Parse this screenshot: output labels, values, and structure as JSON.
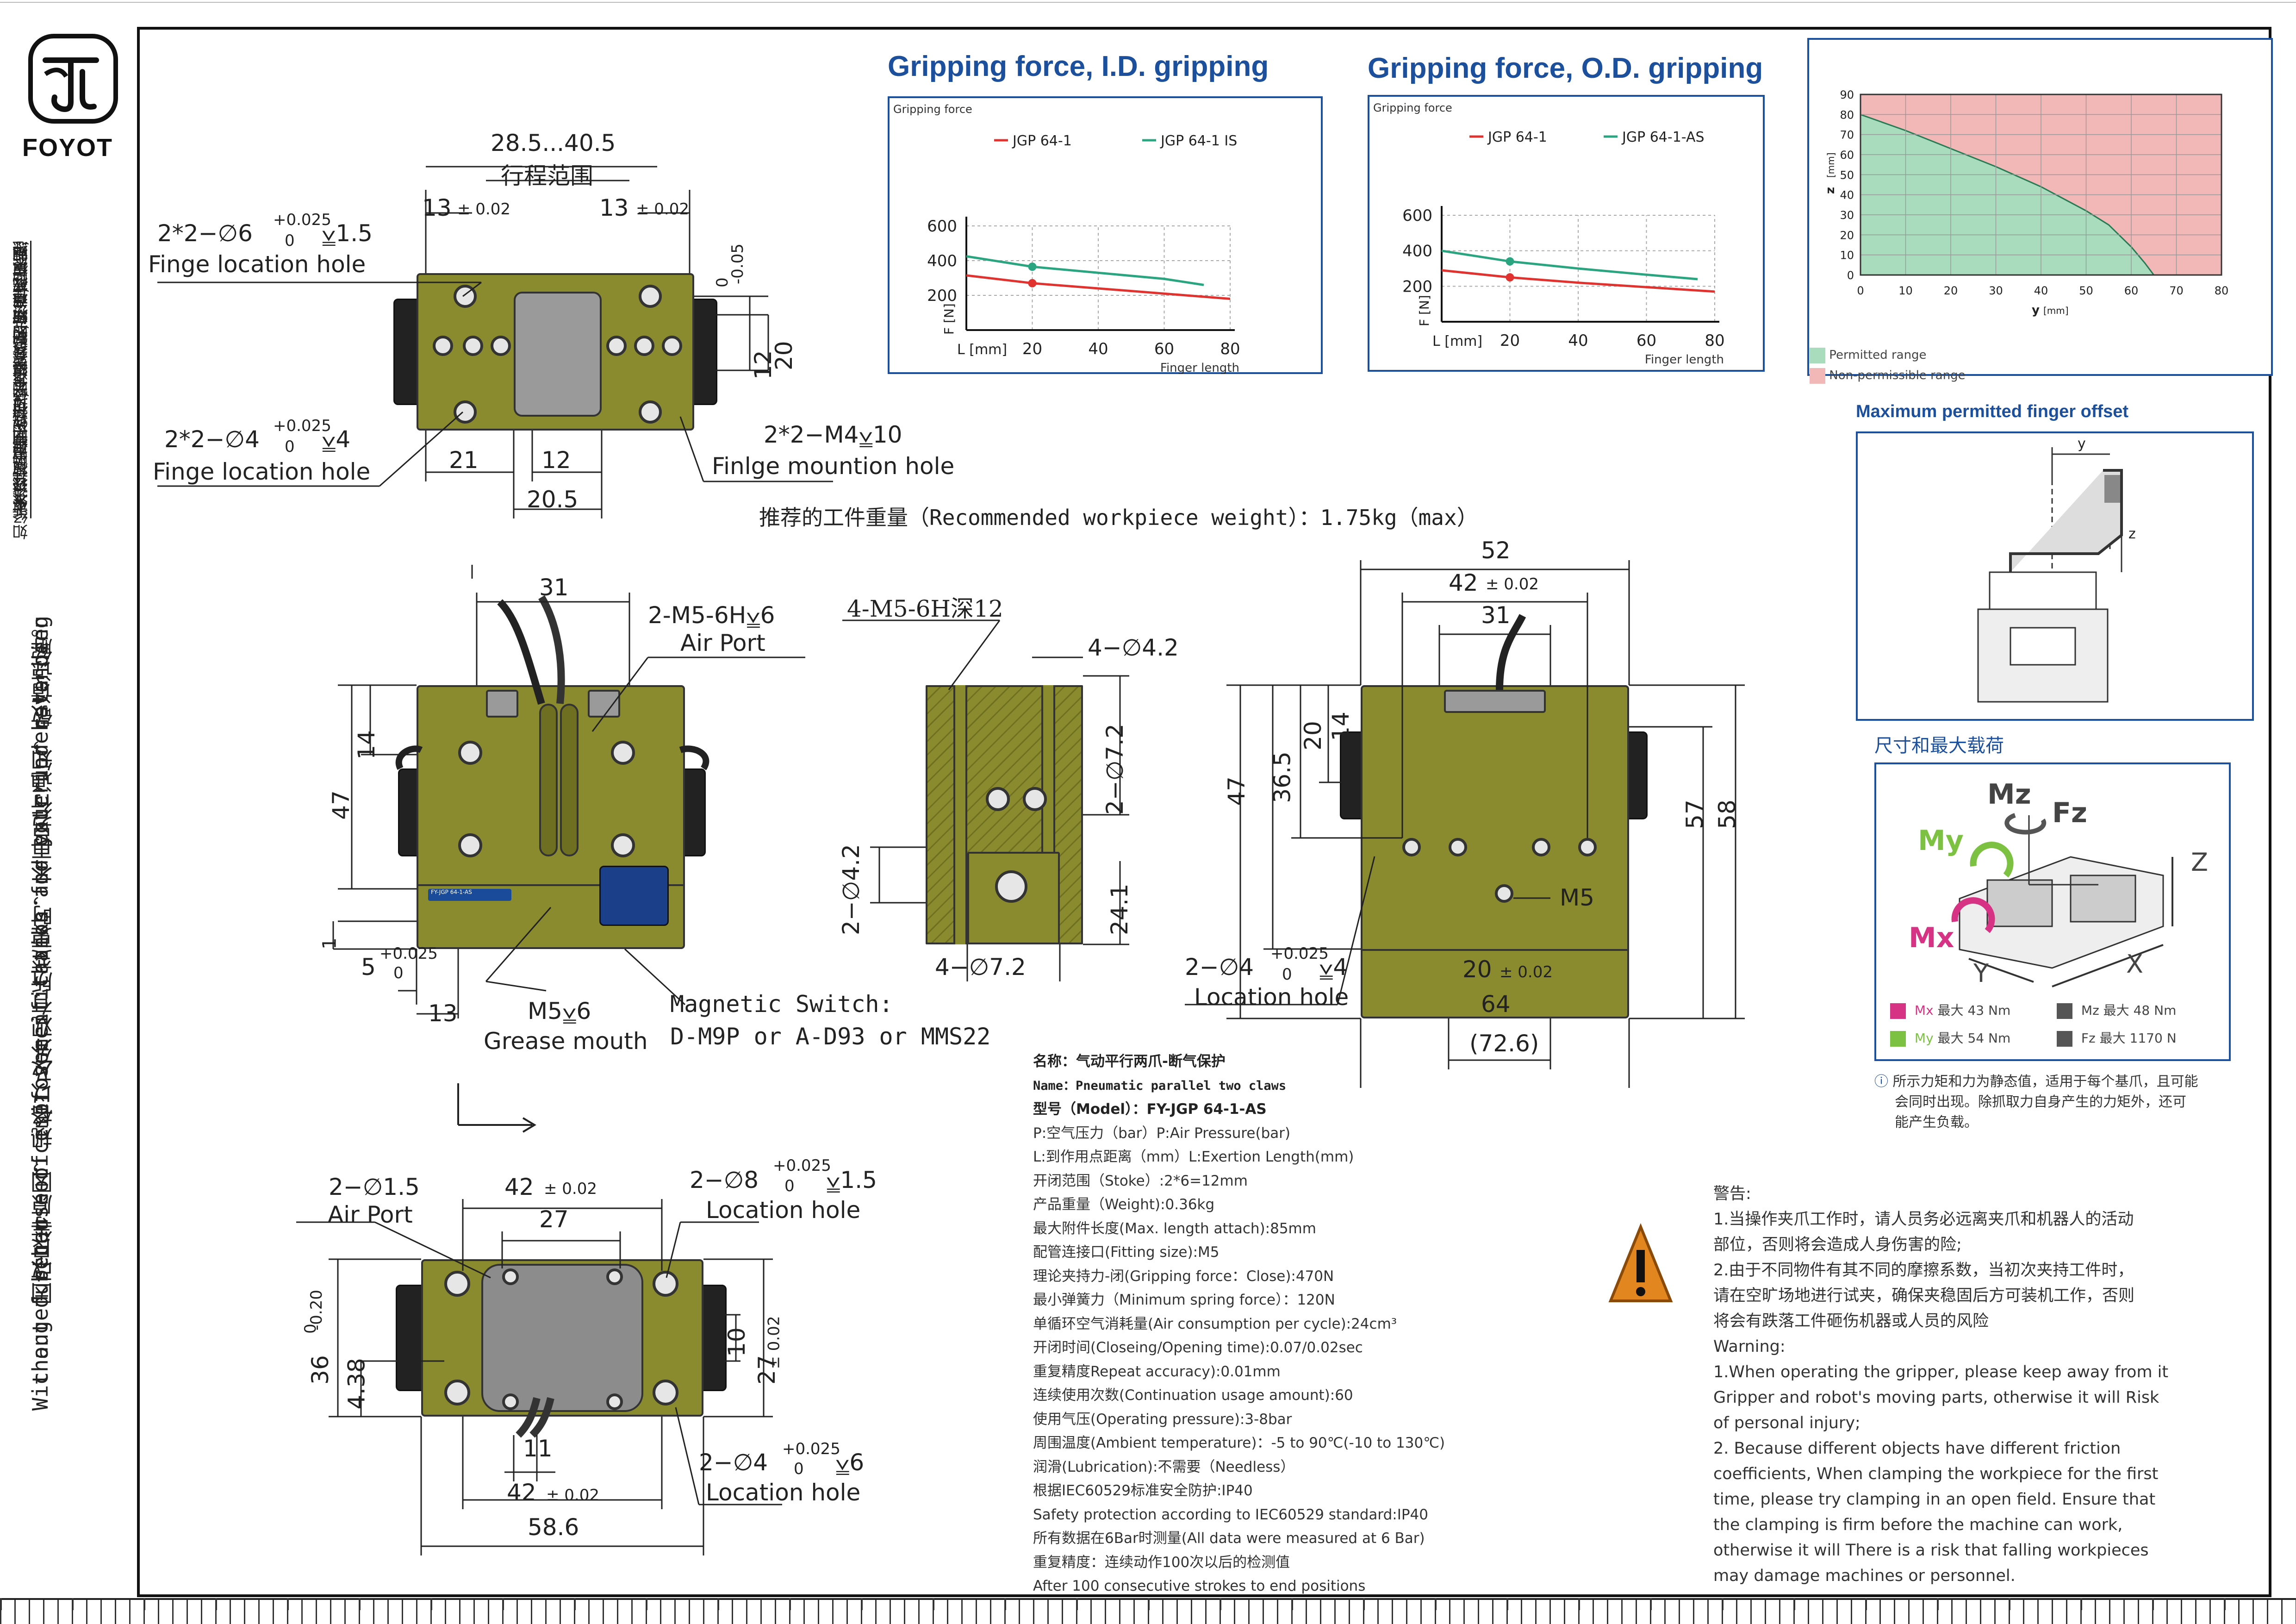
{
  "brand": {
    "name": "FOYOT"
  },
  "ip_notice": [
    "知识产权声明:",
    "本设计的结构和技术参数的知识产权归:",
    "浙江梵悦电子科技有限公司 所有,在未经",
    "本公司书面许可,不得复制,转让或仿制,",
    "如经发现被复制或仿制将要追究法律的严惩"
  ],
  "spec_notice": {
    "cn": "因改良等原因，规格以及外观有所变更时，不再另行通知，敬请谅解。",
    "en1": "Without further notice if specification and exterior have been",
    "en2": "changed because of improvement thanks for your understanding"
  },
  "top_view": {
    "stroke": "28.5...40.5",
    "stroke_cn": "行程范围",
    "d13a": "13",
    "d13a_tol": "± 0.02",
    "d13b": "13",
    "d13b_tol": "± 0.02",
    "h1_spec": "2*2−∅6",
    "h1_tol": "+0.025",
    "h1_tol0": "0",
    "h1_depth": "⩣1.5",
    "h1_label": "Finge location hole",
    "h2_spec": "2*2−∅4",
    "h2_tol": "+0.025",
    "h2_tol0": "0",
    "h2_depth": "⩣4",
    "h2_label": "Finge location hole",
    "m4_spec": "2*2−M4⩣10",
    "m4_label": "Finlge mountion hole",
    "d21": "21",
    "d12": "12",
    "d20_5": "20.5",
    "d12v": "12",
    "d12v_tol0": "0",
    "d12v_tol": "-0.05",
    "d20v": "20"
  },
  "recommend_weight": "推荐的工件重量（Recommended workpiece weight）：1.75kg（max）",
  "front_view": {
    "d31": "31",
    "d14": "14",
    "d47": "47",
    "d1": "1",
    "d5": "5",
    "d5_tol": "+0.025",
    "d5_tol0": "0",
    "d13": "13",
    "air_spec": "2-M5-6H⩣6",
    "air_label": "Air Port",
    "grease_spec": "M5⩣6",
    "grease_label": "Grease mouth",
    "switch1": "Magnetic Switch:",
    "switch2": "D-M9P or A-D93 or MMS22",
    "sticker": "FY-JGP 64-1-AS"
  },
  "side_view": {
    "m5": "4-M5-6H深12",
    "d42": "4−∅4.2",
    "d72v": "2−∅7.2",
    "d42v": "2−∅4.2",
    "d24_1": "24.1",
    "d72h": "4−∅7.2"
  },
  "rear_view": {
    "d52": "52",
    "d42": "42",
    "d42_tol": "± 0.02",
    "d31": "31",
    "d20": "20",
    "d14": "14",
    "d36_5": "36.5",
    "d47": "47",
    "d57": "57",
    "d58": "58",
    "m5": "M5",
    "loc_spec": "2−∅4",
    "loc_tol": "+0.025",
    "loc_tol0": "0",
    "loc_depth": "⩣4",
    "loc_label": "Location hole",
    "d20b": "20",
    "d20b_tol": "± 0.02",
    "d64": "64",
    "d72_6": "(72.6)"
  },
  "bottom_view": {
    "air_spec": "2−∅1.5",
    "air_label": "Air Port",
    "d42": "42",
    "d42_tol": "± 0.02",
    "d27": "27",
    "loc8_spec": "2−∅8",
    "loc8_tol": "+0.025",
    "loc8_tol0": "0",
    "loc8_depth": "⩣1.5",
    "loc8_label": "Location hole",
    "d36": "36",
    "d36_tol0": "0",
    "d36_tol": "-0.20",
    "d4_38": "4.38",
    "d10": "10",
    "d10_tol": "± 0.02",
    "d27v": "27",
    "d11": "11",
    "d42b": "42",
    "d42b_tol": "± 0.02",
    "d58_6": "58.6",
    "loc4_spec": "2−∅4",
    "loc4_tol": "+0.025",
    "loc4_tol0": "0",
    "loc4_depth": "⩣6",
    "loc4_label": "Location hole"
  },
  "specs": [
    "名称：气动平行两爪-断气保护",
    "Name：Pneumatic parallel two claws",
    "型号（Model）：FY-JGP 64-1-AS",
    "P:空气压力（bar）P:Air Pressure(bar)",
    "L:到作用点距离（mm）L:Exertion Length(mm)",
    "开闭范围（Stoke）:2*6=12mm",
    "产品重量（Weight):0.36kg",
    "最大附件长度(Max. length attach):85mm",
    "配管连接口(Fitting size):M5",
    "理论夹持力-闭(Gripping force：Close):470N",
    "最小弹簧力（Minimum spring force）：120N",
    "单循环空气消耗量(Air consumption per cycle):24cm³",
    "开闭时间(Closeing/Opening time):0.07/0.02sec",
    "重复精度Repeat accuracy):0.01mm",
    "连续使用次数(Continuation usage amount):60",
    "使用气压(Operating pressure):3-8bar",
    "周围温度(Ambient temperature)：-5 to 90℃(-10 to 130℃)",
    "润滑(Lubrication):不需要（Needless）",
    "根据IEC60529标准安全防护:IP40",
    "Safety protection according to IEC60529 standard:IP40",
    "所有数据在6Bar时测量(All data were measured at 6 Bar)",
    "重复精度：连续动作100次以后的检测值",
    "After 100 consecutive strokes to end positions"
  ],
  "warning": {
    "title": "警告:",
    "lines": [
      "1.当操作夹爪工作时，请人员务必远离夹爪和机器人的活动",
      "部位，否则将会造成人身伤害的险;",
      "2.由于不同物件有其不同的摩擦系数，当初次夹持工件时，",
      "请在空旷场地进行试夹，确保夹稳固后方可装机工作，否则",
      "将会有跌落工件砸伤机器或人员的风险",
      "Warning:",
      "1.When operating the gripper, please keep away from it",
      "Gripper and robot's moving parts, otherwise it will Risk",
      "of personal injury;",
      "2. Because different objects have different friction",
      "coefficients, When clamping the workpiece for the first",
      "time, please try clamping in an open field. Ensure that",
      "the clamping is firm before the machine can work,",
      "otherwise it will There is a risk that falling workpieces",
      "may damage machines or personnel."
    ]
  },
  "colors": {
    "accent_blue": "#1c4f9c",
    "red": "#e0322f",
    "green": "#2aa57f",
    "permitted": "#a9dcbc",
    "nonpermitted": "#f2b8b8",
    "body": "#8a8a2e"
  },
  "chart_data": [
    {
      "type": "line",
      "title": "Gripping force, I.D. gripping",
      "ylabel_top": "Gripping force",
      "ylabel": "F [N]",
      "xlabel": "L [mm]",
      "xnote": "Finger length",
      "xlim": [
        0,
        80
      ],
      "ylim": [
        0,
        600
      ],
      "xticks": [
        20,
        40,
        60,
        80
      ],
      "yticks": [
        200,
        400,
        600
      ],
      "series": [
        {
          "name": "JGP 64-1",
          "color": "#e0322f",
          "x": [
            0,
            20,
            40,
            60,
            80
          ],
          "y": [
            315,
            270,
            240,
            210,
            180
          ],
          "marker_x": 20
        },
        {
          "name": "JGP 64-1 IS",
          "color": "#2aa57f",
          "x": [
            0,
            20,
            40,
            60,
            72
          ],
          "y": [
            425,
            365,
            330,
            295,
            260
          ],
          "marker_x": 20
        }
      ]
    },
    {
      "type": "line",
      "title": "Gripping force, O.D. gripping",
      "ylabel_top": "Gripping force",
      "ylabel": "F [N]",
      "xlabel": "L [mm]",
      "xnote": "Finger length",
      "xlim": [
        0,
        80
      ],
      "ylim": [
        0,
        600
      ],
      "xticks": [
        20,
        40,
        60,
        80
      ],
      "yticks": [
        200,
        400,
        600
      ],
      "series": [
        {
          "name": "JGP 64-1",
          "color": "#e0322f",
          "x": [
            0,
            20,
            40,
            60,
            80
          ],
          "y": [
            290,
            250,
            220,
            195,
            170
          ],
          "marker_x": 20
        },
        {
          "name": "JGP 64-1-AS",
          "color": "#2aa57f",
          "x": [
            0,
            20,
            40,
            60,
            75
          ],
          "y": [
            400,
            340,
            300,
            265,
            240
          ],
          "marker_x": 20
        }
      ]
    },
    {
      "type": "area",
      "xlabel": "y",
      "xunit": "[mm]",
      "ylabel": "z",
      "yunit": "[mm]",
      "xlim": [
        0,
        80
      ],
      "ylim": [
        0,
        90
      ],
      "xticks": [
        0,
        10,
        20,
        30,
        40,
        50,
        60,
        70,
        80
      ],
      "yticks": [
        0,
        10,
        20,
        30,
        40,
        50,
        60,
        70,
        80,
        90
      ],
      "boundary": {
        "y": [
          0,
          10,
          20,
          30,
          40,
          50,
          55,
          60,
          63,
          65
        ],
        "z": [
          80,
          72,
          63,
          54,
          44,
          32,
          25,
          14,
          6,
          0
        ]
      },
      "legend": [
        {
          "label": "Permitted range",
          "color": "#a9dcbc"
        },
        {
          "label": "Non-permissible range",
          "color": "#f2b8b8"
        }
      ]
    }
  ],
  "finger_offset": {
    "title": "Maximum permitted finger offset",
    "y": "y",
    "z": "z"
  },
  "loads": {
    "title": "尺寸和最大载荷",
    "items": [
      {
        "label": "Mx",
        "text": "最大",
        "value": "43",
        "unit": "Nm",
        "color": "#d63384"
      },
      {
        "label": "Mz",
        "text": "最大",
        "value": "48",
        "unit": "Nm",
        "color": "#555555"
      },
      {
        "label": "My",
        "text": "最大",
        "value": "54",
        "unit": "Nm",
        "color": "#7cc142"
      },
      {
        "label": "Fz",
        "text": "最大",
        "value": "1170",
        "unit": "N",
        "color": "#555555"
      }
    ],
    "note1": "所示力矩和力为静态值，适用于每个基爪，且可能",
    "note2": "会同时出现。除抓取力自身产生的力矩外，还可",
    "note3": "能产生负载。",
    "axes": {
      "mz": "Mz",
      "fz": "Fz",
      "my": "My",
      "mx": "Mx",
      "x": "X",
      "y": "Y",
      "z": "Z"
    }
  }
}
